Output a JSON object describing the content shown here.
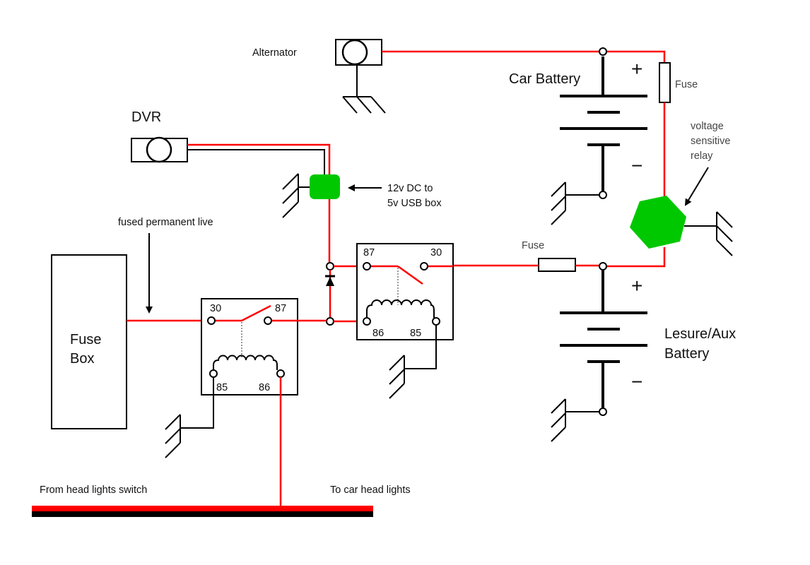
{
  "colors": {
    "live_wire": "#ff0000",
    "ground_wire": "#000000",
    "converter_fill": "#00c800",
    "vsr_fill": "#00c800"
  },
  "components": {
    "alternator": {
      "label": "Alternator",
      "icon": "alternator-symbol"
    },
    "dvr": {
      "label": "DVR",
      "icon": "dvr-symbol"
    },
    "usb_box": {
      "label_line1": "12v DC to",
      "label_line2": "5v USB box",
      "icon": "green-rounded-box"
    },
    "car_battery": {
      "label": "Car Battery",
      "plus": "+",
      "minus": "−"
    },
    "aux_battery": {
      "label_line1": "Lesure/Aux",
      "label_line2": "Battery",
      "plus": "+",
      "minus": "−"
    },
    "fuse_top": {
      "label": "Fuse"
    },
    "fuse_mid": {
      "label": "Fuse"
    },
    "vsr": {
      "label_line1": "voltage",
      "label_line2": "sensitive",
      "label_line3": "relay",
      "icon": "green-hexagon"
    },
    "fuse_box": {
      "label_line1": "Fuse",
      "label_line2": "Box"
    },
    "fused_live": {
      "label": "fused permanent live"
    },
    "relay_left": {
      "pin_30": "30",
      "pin_87": "87",
      "pin_85": "85",
      "pin_86": "86"
    },
    "relay_right": {
      "pin_87": "87",
      "pin_30": "30",
      "pin_86": "86",
      "pin_85": "85"
    },
    "headlights": {
      "from_label": "From head lights switch",
      "to_label": "To car head lights"
    }
  }
}
